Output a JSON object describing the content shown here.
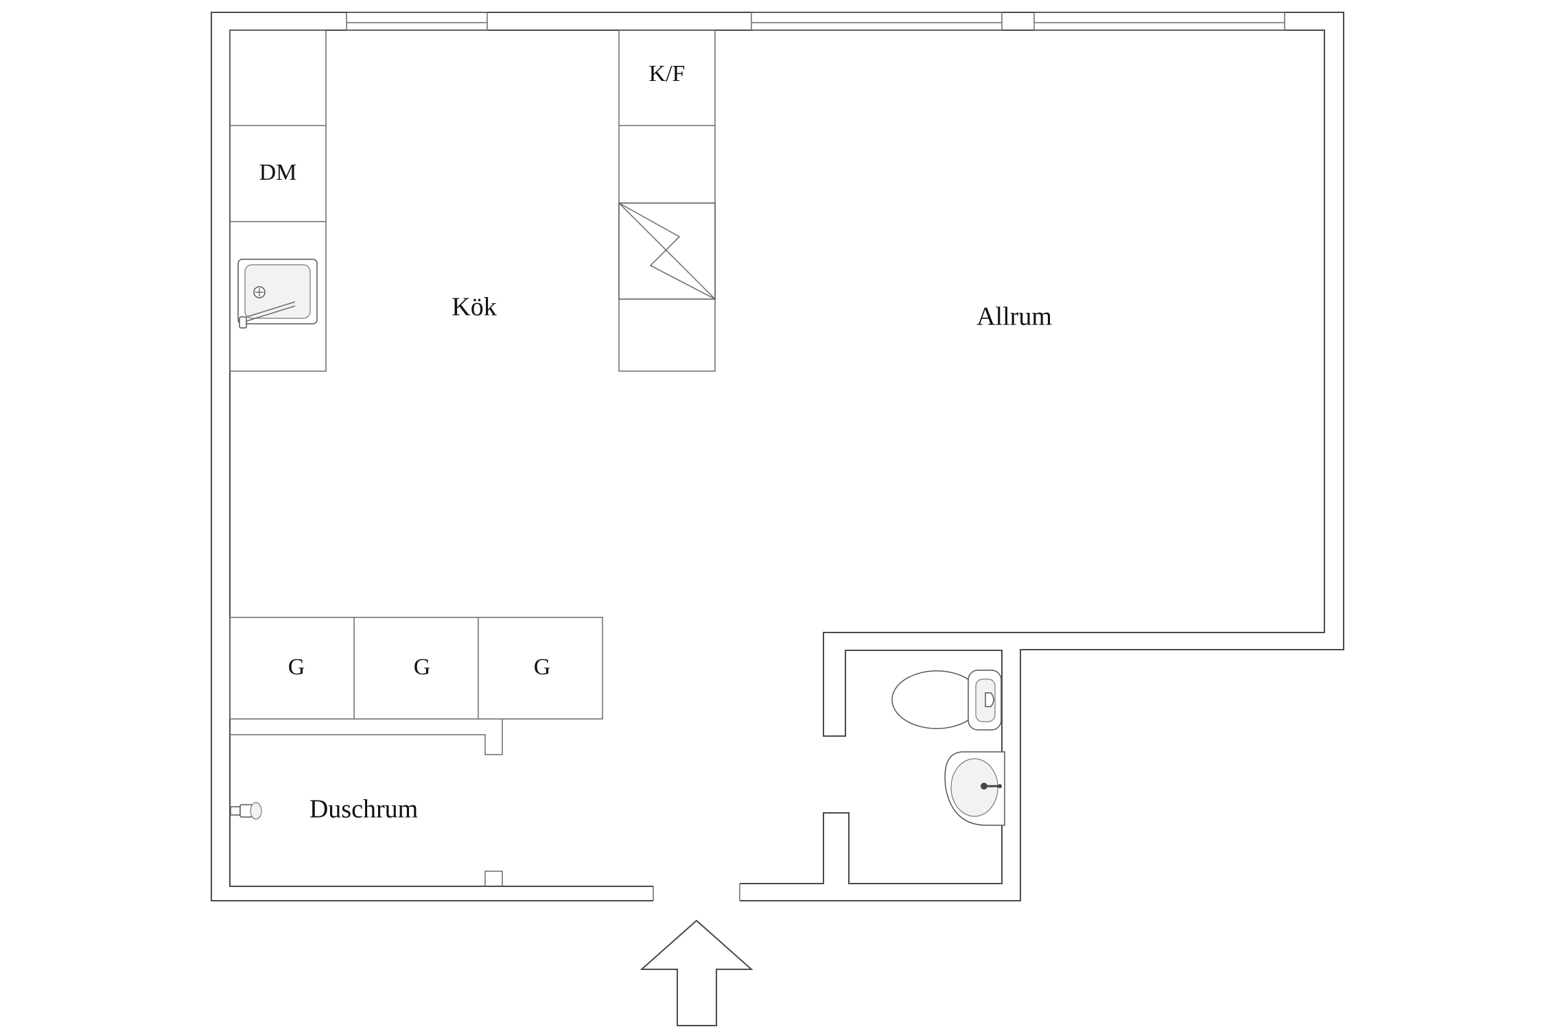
{
  "rooms": {
    "kitchen": "Kök",
    "living_room": "Allrum",
    "shower_room": "Duschrum"
  },
  "cabinets": {
    "dishwasher": "DM",
    "fridge_freezer": "K/F",
    "wardrobes": [
      "G",
      "G",
      "G"
    ]
  },
  "fixtures": [
    "kitchen-sink-icon",
    "stove-icon",
    "toilet-icon",
    "washbasin-icon",
    "shower-head-icon"
  ],
  "entrance": "entrance-arrow-icon",
  "colors": {
    "wall": "#4a4a4a",
    "background": "#ffffff"
  }
}
